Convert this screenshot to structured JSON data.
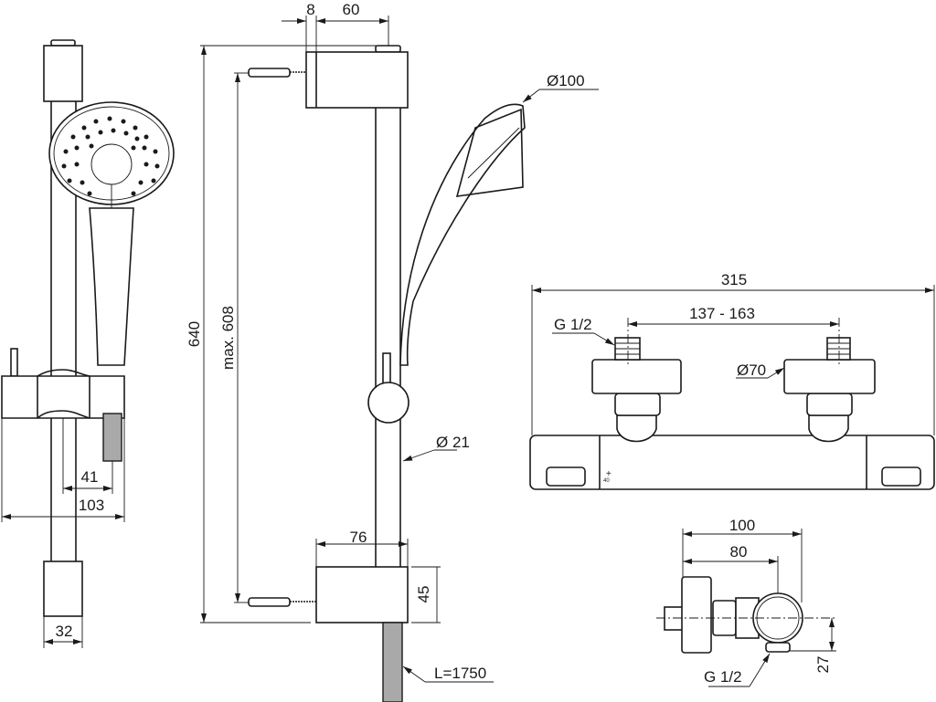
{
  "title": "Shower set and thermostatic mixer dimension drawing",
  "colors": {
    "line": "#1a1a1a",
    "hose": "#a9a9a9",
    "background": "#ffffff"
  },
  "shower_rail": {
    "front_view": {
      "dim_holder_offset": "41",
      "dim_holder_depth": "103",
      "dim_end_cap": "32"
    },
    "side_view": {
      "dim_wall_gap": "8",
      "dim_bracket_depth": "60",
      "dim_total_height": "640",
      "dim_fixing_distance": "max. 608",
      "dim_bottom_bracket": "76",
      "dim_bracket_height": "45",
      "dim_rail_diameter": "Ø 21",
      "dim_hose_length": "L=1750",
      "dim_head_diameter": "Ø100"
    }
  },
  "mixer": {
    "front_view": {
      "dim_total_width": "315",
      "dim_centres": "137 - 163",
      "dim_connection": "G 1/2",
      "dim_flange": "Ø70",
      "mark_plus": "+",
      "mark_temp": "40"
    },
    "side_view": {
      "dim_depth_total": "100",
      "dim_depth_outlet": "80",
      "dim_outlet_offset": "27",
      "dim_outlet_thread": "G 1/2"
    }
  }
}
